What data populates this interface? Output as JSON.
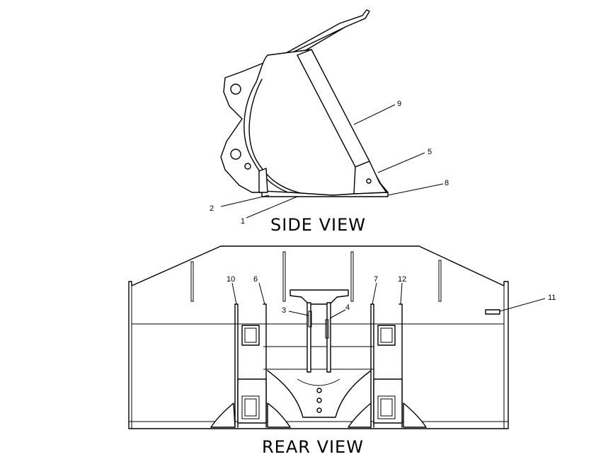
{
  "titles": {
    "side": "SIDE VIEW",
    "rear": "REAR VIEW"
  },
  "callouts": {
    "c1": "1",
    "c2": "2",
    "c3": "3",
    "c4": "4",
    "c5": "5",
    "c6": "6",
    "c7": "7",
    "c8": "8",
    "c9": "9",
    "c10": "10",
    "c11": "11",
    "c12": "12"
  },
  "colors": {
    "line": "#000000",
    "background": "#ffffff"
  }
}
